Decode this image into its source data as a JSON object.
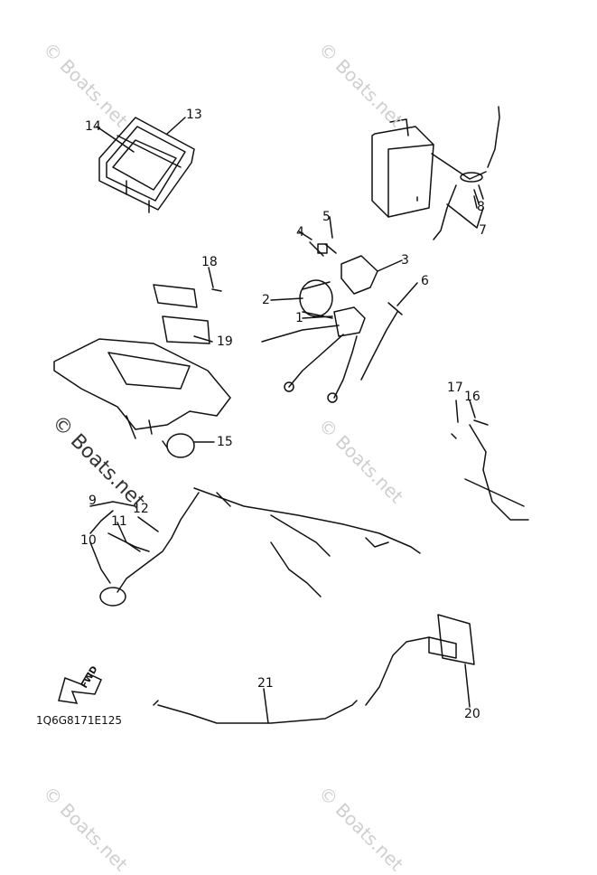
{
  "watermark": {
    "text": "© Boats.net"
  },
  "part_labels": [
    "1",
    "2",
    "3",
    "4",
    "5",
    "6",
    "7",
    "8",
    "9",
    "10",
    "11",
    "12",
    "13",
    "14",
    "15",
    "16",
    "17",
    "18",
    "19",
    "20",
    "21"
  ],
  "fwd_arrow": {
    "text": "FWD"
  },
  "diagram_code": "1Q6G8171E125",
  "icons": [
    "electric-box-icon",
    "battery-icon",
    "solenoid-icon",
    "harness-icon",
    "switch-icon",
    "fwd-arrow-icon"
  ]
}
